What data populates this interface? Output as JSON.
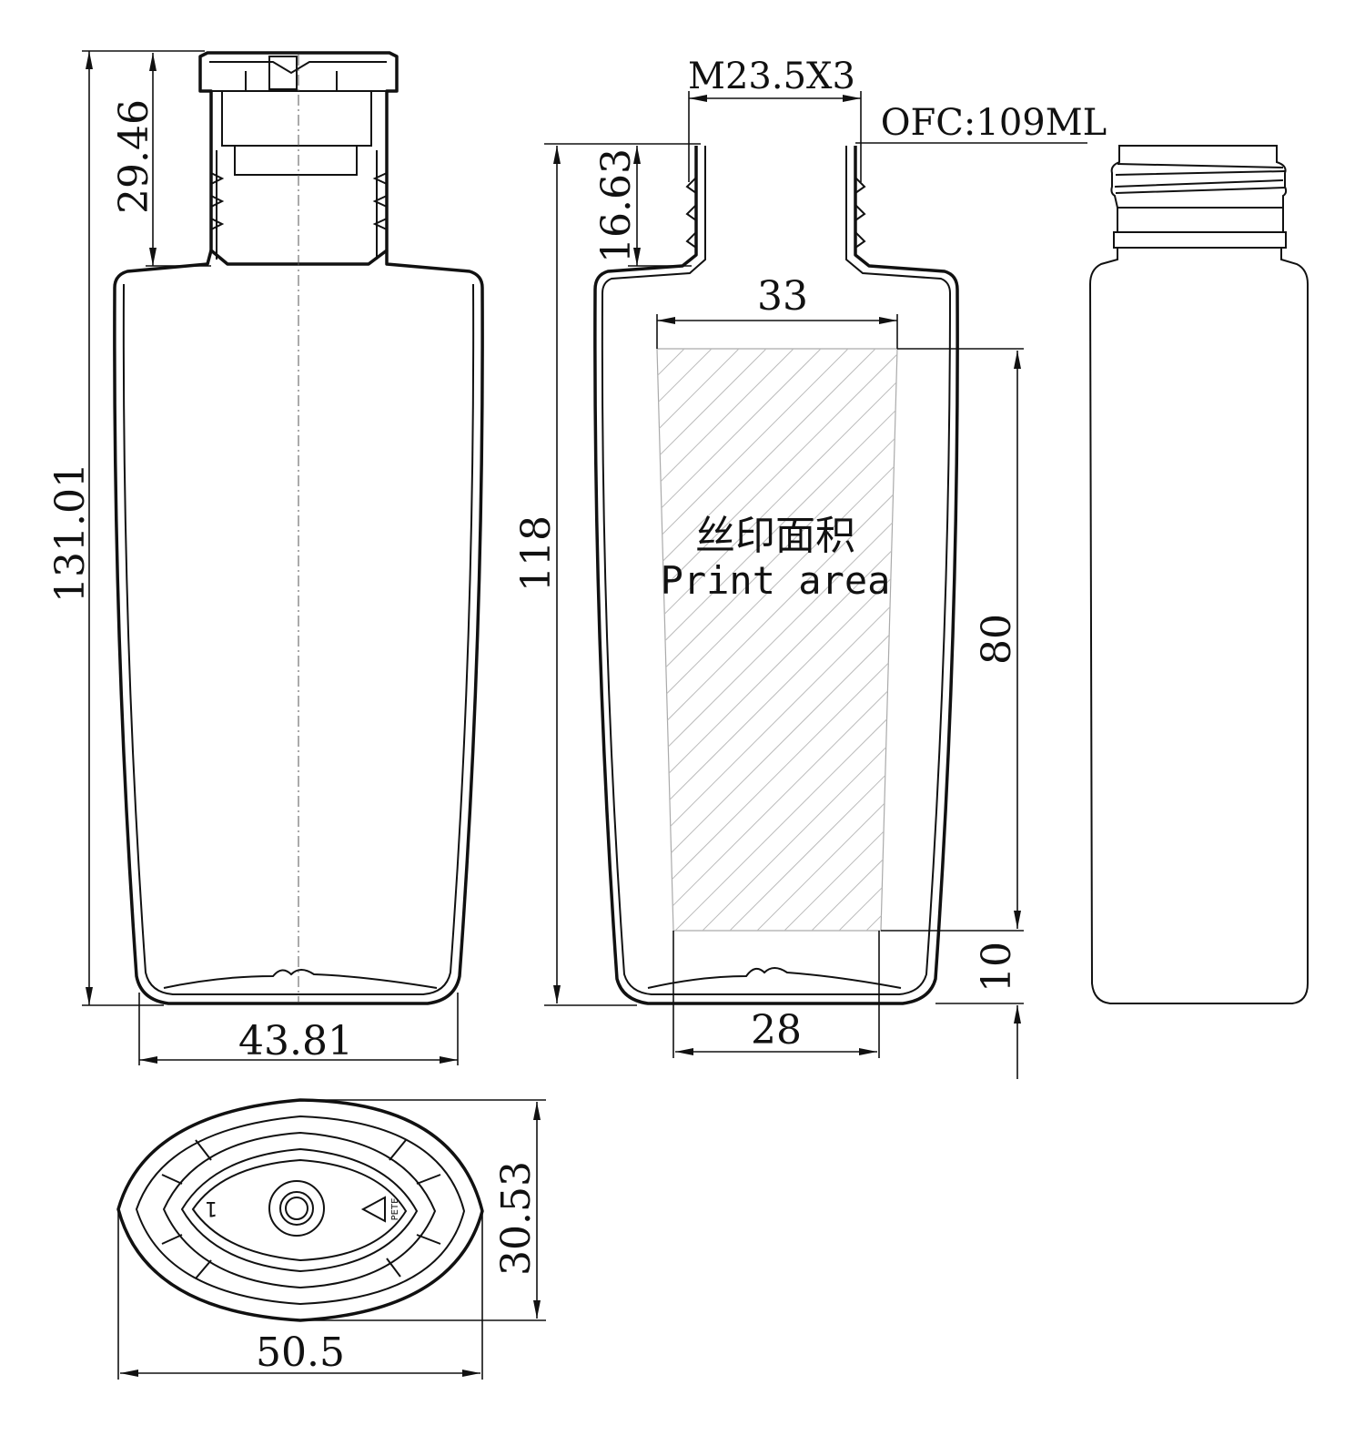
{
  "dimensions": {
    "overall_height": "131.01",
    "cap_height": "29.46",
    "body_width": "43.81",
    "neck_height": "16.63",
    "thread_spec": "M23.5X3",
    "bottle_height": "118",
    "print_top_width": "33",
    "print_height": "80",
    "print_bottom_offset": "10",
    "print_bottom_width": "28",
    "base_depth": "30.53",
    "base_width": "50.5"
  },
  "capacity": "OFC:109ML",
  "print_area": {
    "label_cn": "丝印面积",
    "label_en": "Print area"
  },
  "base_marks": {
    "cavity_number": "1",
    "recycle_code": "PETE"
  }
}
